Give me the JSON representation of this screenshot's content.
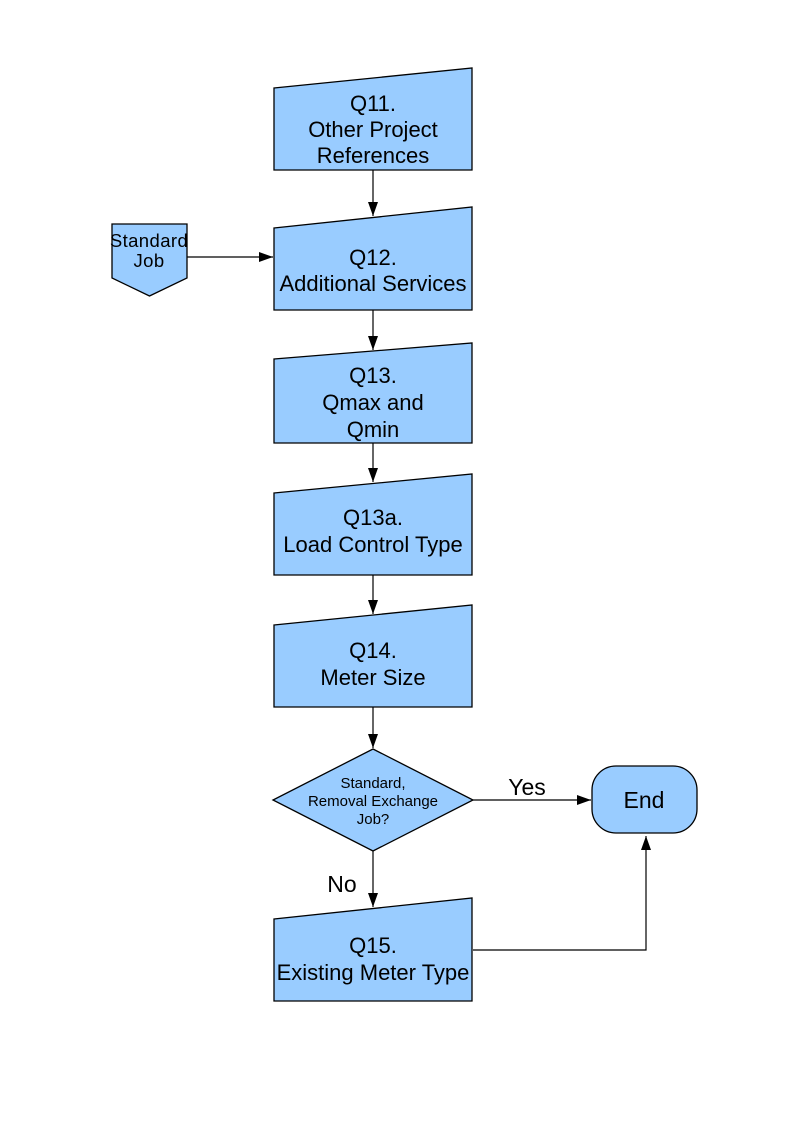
{
  "palette": {
    "page_background": "#FFFFFF",
    "node_fill": "#99CCFF",
    "node_stroke": "#000000",
    "connector_color": "#000000",
    "text_color": "#000000"
  },
  "nodes": {
    "q11": {
      "shape": "manual-input-box",
      "lines": [
        "Q11.",
        "Other Project",
        "References"
      ]
    },
    "standard_job": {
      "shape": "off-page-connector-pentagon",
      "lines": [
        "Standard",
        "Job"
      ]
    },
    "q12": {
      "shape": "manual-input-box",
      "lines": [
        "Q12.",
        "Additional Services"
      ]
    },
    "q13": {
      "shape": "manual-input-box",
      "lines": [
        "Q13.",
        "Qmax and",
        "Qmin"
      ]
    },
    "q13a": {
      "shape": "manual-input-box",
      "lines": [
        "Q13a.",
        "Load Control Type"
      ]
    },
    "q14": {
      "shape": "manual-input-box",
      "lines": [
        "Q14.",
        "Meter Size"
      ]
    },
    "decision": {
      "shape": "diamond",
      "lines": [
        "Standard,",
        "Removal Exchange",
        "Job?"
      ]
    },
    "q15": {
      "shape": "manual-input-box",
      "lines": [
        "Q15.",
        "Existing Meter Type"
      ]
    },
    "end": {
      "shape": "terminator",
      "label": "End"
    }
  },
  "edge_labels": {
    "yes": "Yes",
    "no": "No"
  }
}
